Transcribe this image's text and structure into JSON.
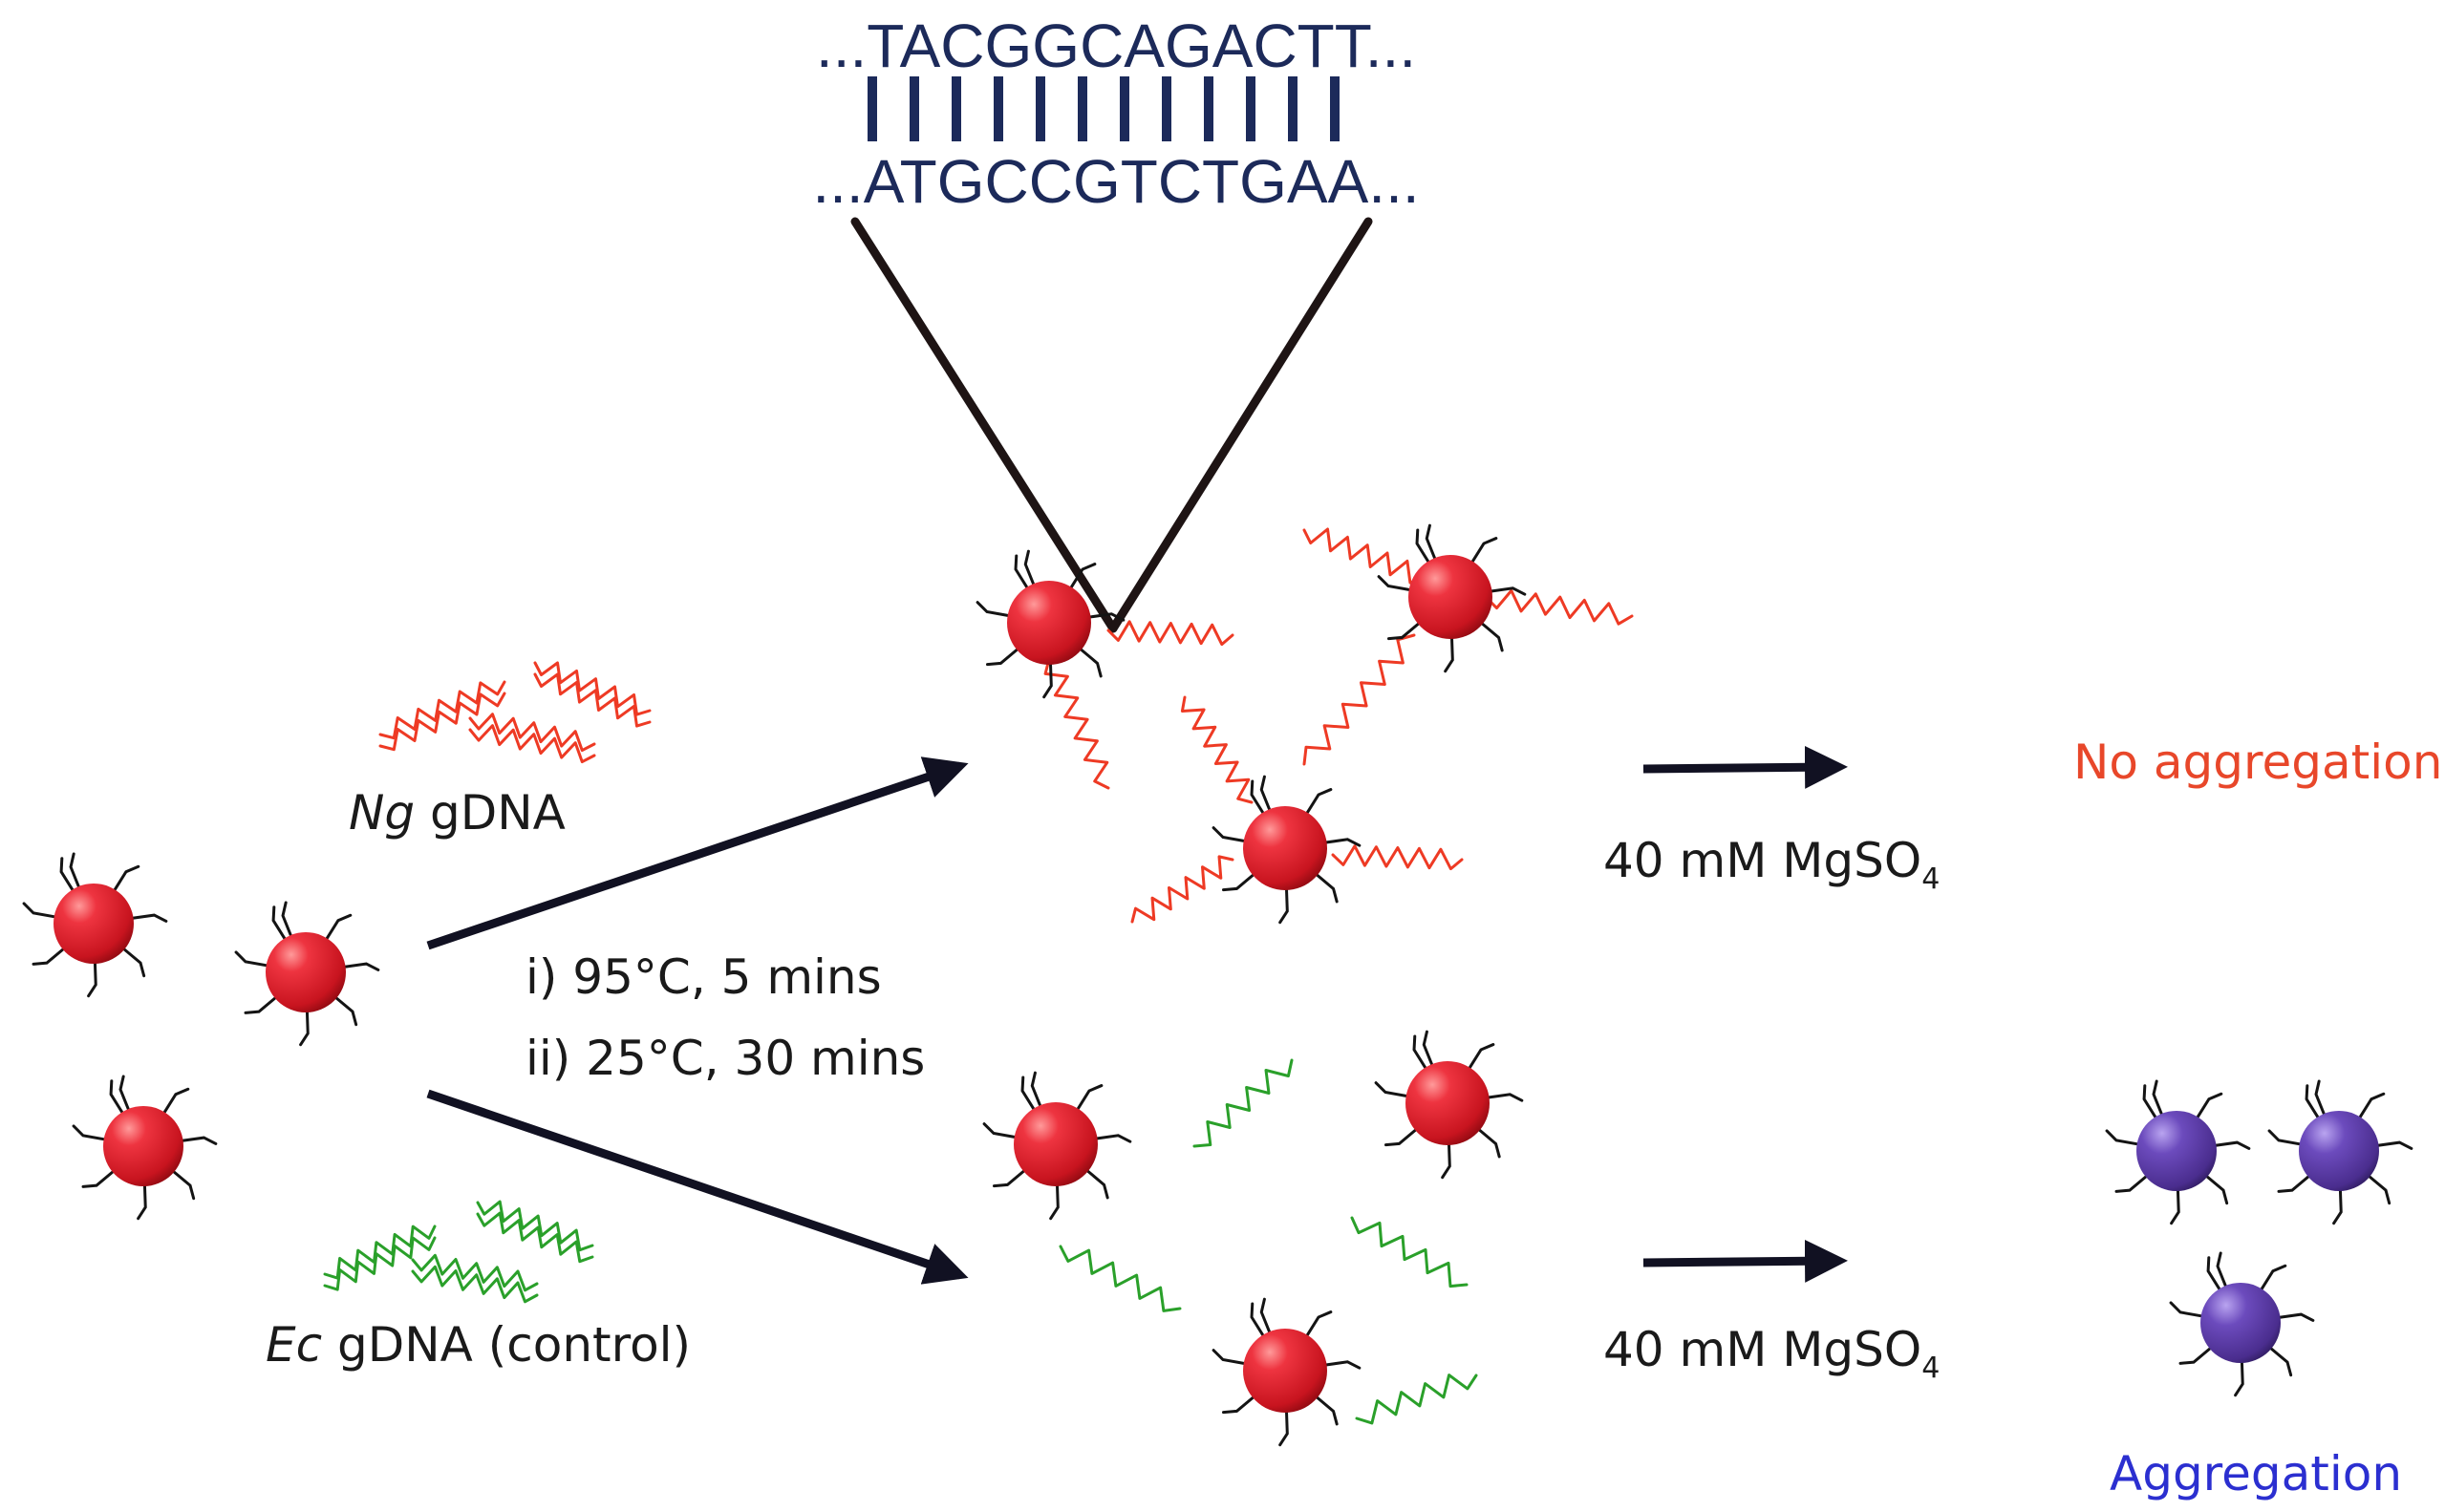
{
  "sequence": {
    "top_strand": "...TACGGCAGACTT...",
    "bottom_strand": "...ATGCCGTCTGAA...",
    "base_pair_count": 12
  },
  "labels": {
    "ng_italic": "Ng",
    "ng_rest": " gDNA",
    "ec_italic": "Ec",
    "ec_rest": " gDNA (control)",
    "step1": "i) 95°C, 5 mins",
    "step2": "ii) 25°C, 30 mins",
    "mgso4_top_main": "40 mM MgSO",
    "mgso4_top_sub": "4",
    "mgso4_bottom_main": "40 mM MgSO",
    "mgso4_bottom_sub": "4",
    "no_aggregation": "No aggregation",
    "aggregation": "Aggregation"
  },
  "colors": {
    "nanoparticle_red": "#e0202c",
    "nanoparticle_purple": "#5b3a9e",
    "ng_dna_strand": "#ee3a24",
    "ec_dna_strand": "#2aa02a",
    "arrow": "#111122",
    "sequence_text": "#1c2a5a",
    "no_aggregation_text": "#e8472a",
    "aggregation_text": "#2b2fd0"
  },
  "icons": {
    "nanoparticle": "gold-nanoparticle-with-probe-ligands-icon",
    "dna_strand": "wavy-dna-strand-icon",
    "reaction_arrow": "right-arrow-icon"
  }
}
